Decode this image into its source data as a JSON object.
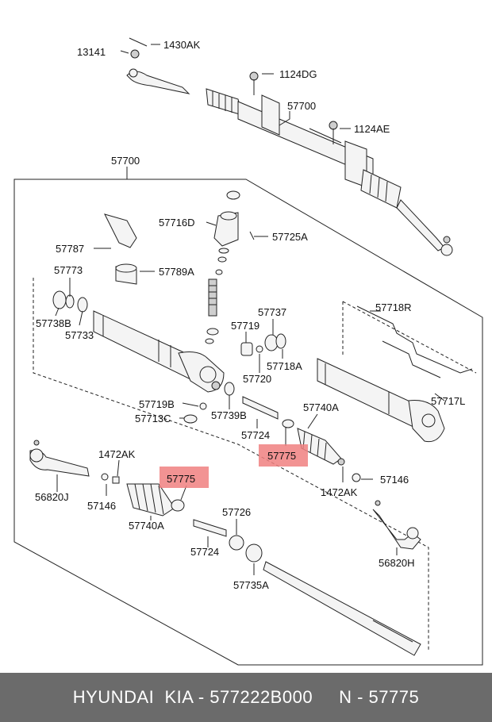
{
  "labels": {
    "p13141": "13141",
    "p1430AK": "1430AK",
    "p1124DG": "1124DG",
    "p57700_top": "57700",
    "p1124AE": "1124AE",
    "p57700_box": "57700",
    "p57716D": "57716D",
    "p57725A": "57725A",
    "p57787": "57787",
    "p57789A": "57789A",
    "p57773": "57773",
    "p57738B": "57738B",
    "p57733": "57733",
    "p57737": "57737",
    "p57719": "57719",
    "p57718A": "57718A",
    "p57720": "57720",
    "p57718R": "57718R",
    "p57717L": "57717L",
    "p57719B": "57719B",
    "p57713C": "57713C",
    "p57739B": "57739B",
    "p57724_r": "57724",
    "p57740A_r": "57740A",
    "p57775_r": "57775",
    "p57146_r": "57146",
    "p1472AK_r": "1472AK",
    "p1472AK_l": "1472AK",
    "p57775_l": "57775",
    "p56820J": "56820J",
    "p57146_l": "57146",
    "p57740A_l": "57740A",
    "p57726": "57726",
    "p57724_l": "57724",
    "p57735A": "57735A",
    "p56820H": "56820H"
  },
  "footer": {
    "text": "HYUNDAI  KIA - 577222B000     N - 57775"
  },
  "colors": {
    "highlight": "#f08080",
    "footer_bg": "#6b6b6b"
  }
}
